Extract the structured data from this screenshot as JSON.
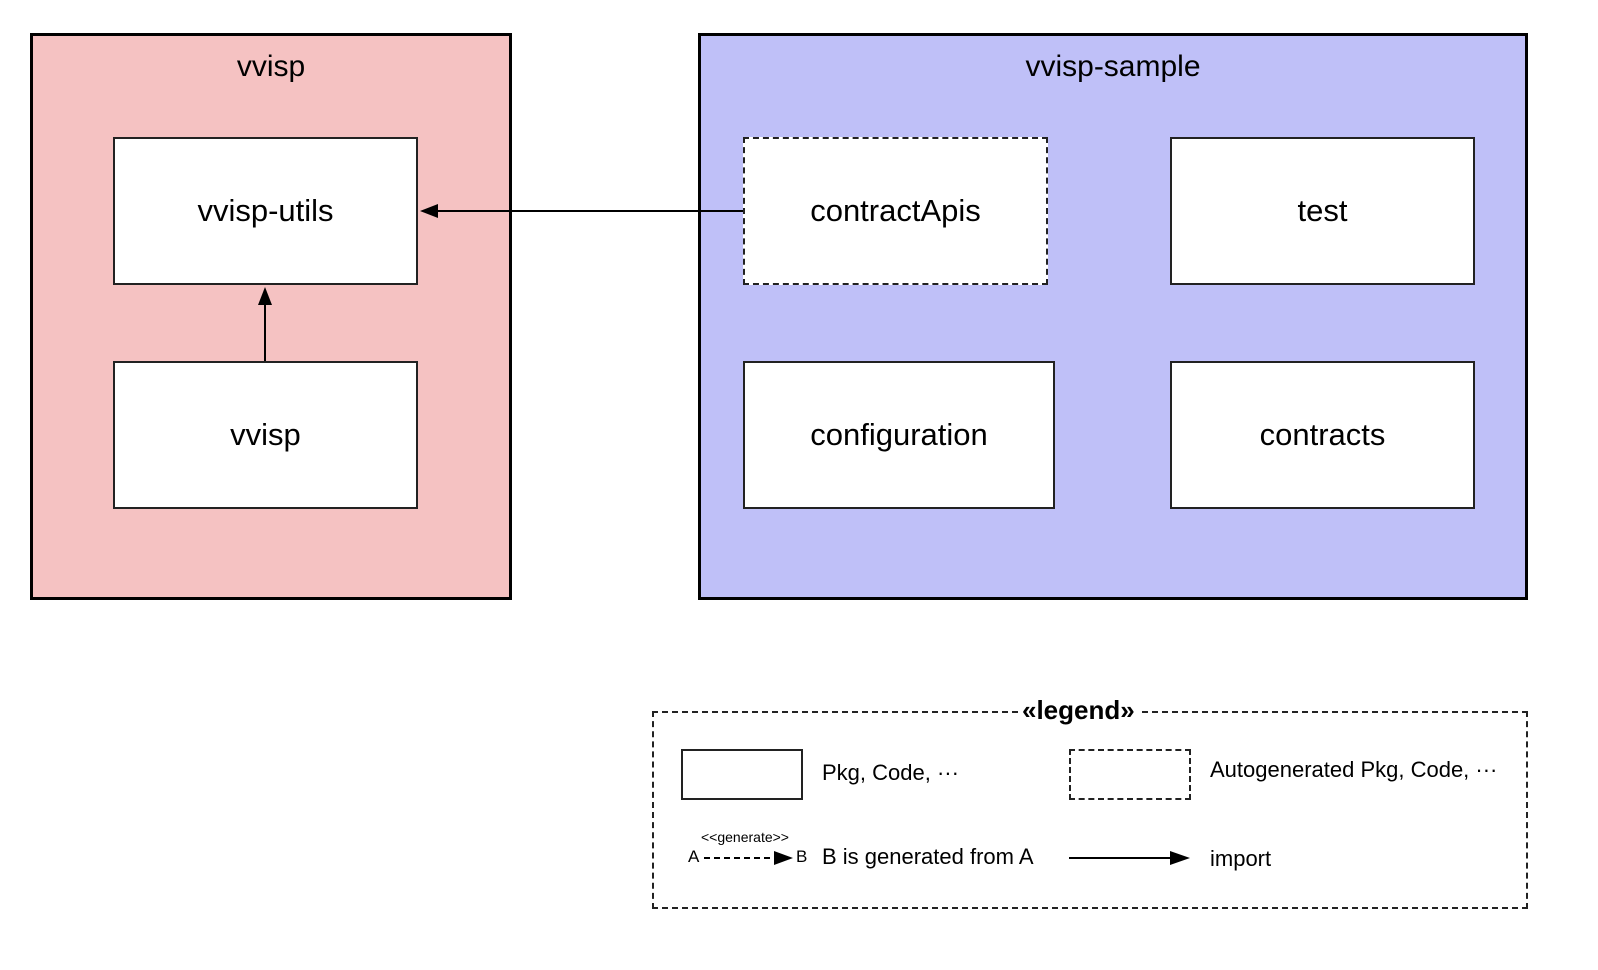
{
  "colors": {
    "vvisp_group": "#f5c2c2",
    "vvisp_sample_group": "#bfc0f8",
    "stroke": "#000000"
  },
  "groups": {
    "vvisp": {
      "title": "vvisp"
    },
    "vvisp_sample": {
      "title": "vvisp-sample"
    }
  },
  "nodes": {
    "vvisp_utils": "vvisp-utils",
    "vvisp": "vvisp",
    "contract_apis": "contractApis",
    "test": "test",
    "configuration": "configuration",
    "contracts": "contracts"
  },
  "edges": [
    {
      "from": "vvisp",
      "to": "vvisp-utils",
      "type": "import"
    },
    {
      "from": "contractApis",
      "to": "vvisp-utils",
      "type": "import"
    }
  ],
  "legend": {
    "title": "«legend»",
    "pkg_label": "Pkg, Code, ···",
    "autogen_label": "Autogenerated Pkg, Code, ···",
    "generate_stereotype": "<<generate>>",
    "a_label": "A",
    "b_label": "B",
    "generated_label": "B is generated from A",
    "import_label": "import"
  }
}
